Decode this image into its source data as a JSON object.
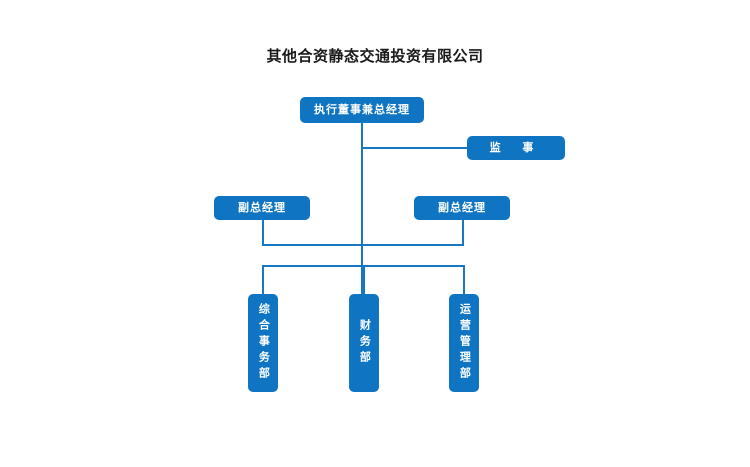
{
  "chart": {
    "title": "其他合资静态交通投资有限公司",
    "type": "org-chart",
    "accent_color": "#0f75c3",
    "line_color": "#1677c4",
    "title_color": "#1a1a1a",
    "nodes": [
      {
        "id": "exec-director",
        "label": "执行董事兼总经理",
        "level": 1,
        "orientation": "horizontal"
      },
      {
        "id": "supervisor",
        "label": "监  事",
        "level": 1,
        "orientation": "horizontal"
      },
      {
        "id": "deputy-left",
        "label": "副总经理",
        "level": 2,
        "orientation": "horizontal"
      },
      {
        "id": "deputy-right",
        "label": "副总经理",
        "level": 2,
        "orientation": "horizontal"
      },
      {
        "id": "dept-admin",
        "label": "综合事务部",
        "level": 3,
        "orientation": "vertical"
      },
      {
        "id": "dept-finance",
        "label": "财务部",
        "level": 3,
        "orientation": "vertical"
      },
      {
        "id": "dept-ops",
        "label": "运营管理部",
        "level": 3,
        "orientation": "vertical"
      }
    ]
  }
}
